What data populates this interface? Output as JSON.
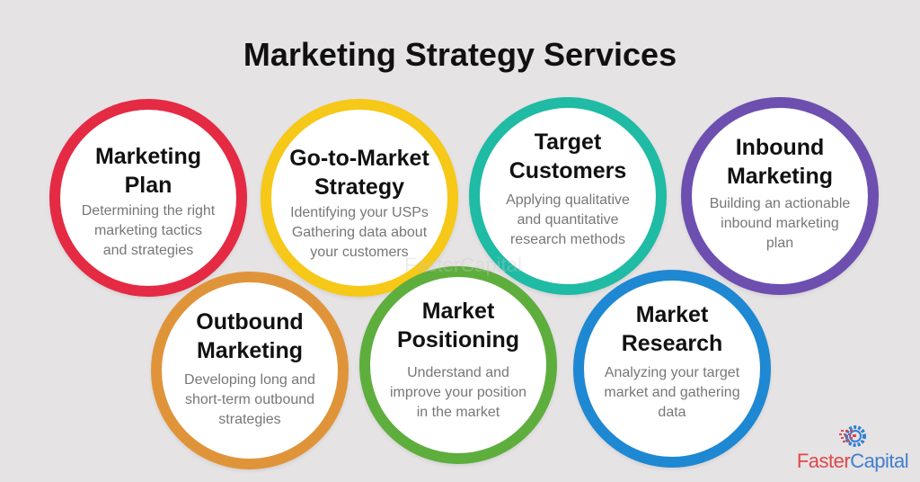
{
  "title": "Marketing Strategy Services",
  "services": [
    {
      "heading": "Marketing\nPlan",
      "description": "Determining the right\nmarketing tactics\nand strategies",
      "color": "#e52a44"
    },
    {
      "heading": "Go-to-Market\nStrategy",
      "description": "Identifying your USPs\nGathering data about\nyour customers",
      "color": "#f6c817"
    },
    {
      "heading": "Target\nCustomers",
      "description": "Applying qualitative\nand quantitative\nresearch methods",
      "color": "#1fbba4"
    },
    {
      "heading": "Inbound\nMarketing",
      "description": "Building an actionable\ninbound marketing\nplan",
      "color": "#6d4fb0"
    },
    {
      "heading": "Outbound\nMarketing",
      "description": "Developing long and\nshort-term outbound\nstrategies",
      "color": "#e0943a"
    },
    {
      "heading": "Market\nPositioning",
      "description": "Understand and\nimprove your position\nin the market",
      "color": "#5eae3d"
    },
    {
      "heading": "Market\nResearch",
      "description": "Analyzing your target\nmarket and gathering\ndata",
      "color": "#1e88d3"
    }
  ],
  "logo": {
    "part1": "Faster",
    "part2": "Capital"
  },
  "watermark": "FasterCapital"
}
